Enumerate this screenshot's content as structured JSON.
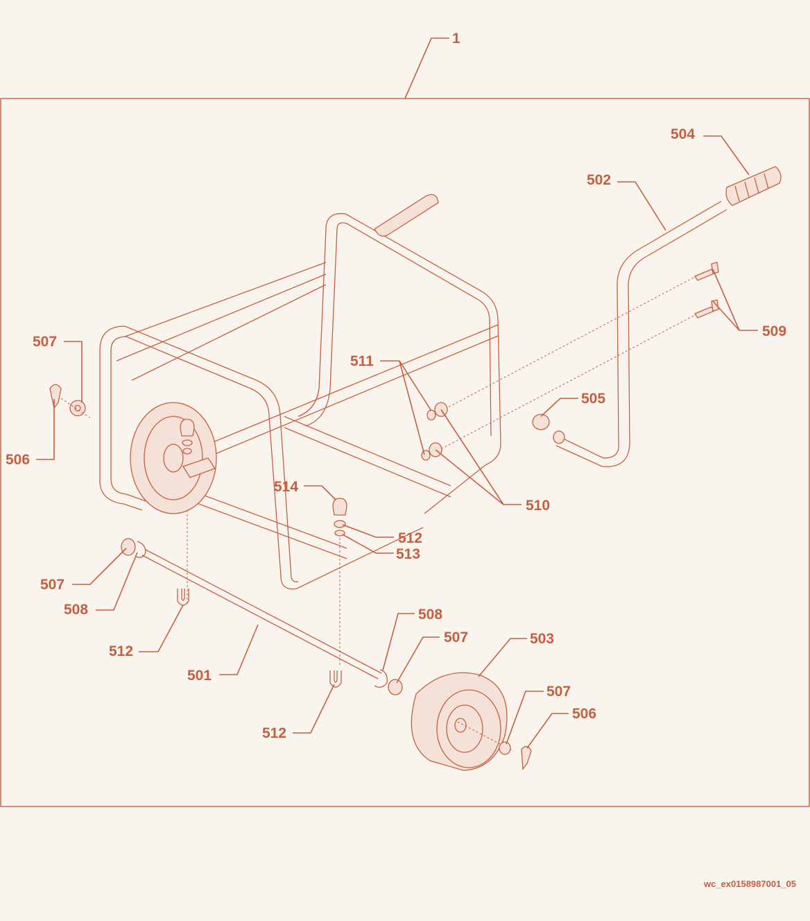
{
  "diagram": {
    "assembly_label": "1",
    "reference_code": "wc_ex0158987001_05",
    "colors": {
      "ink": "#c65f3f",
      "background": "#faf4ef",
      "fill": "#f4e2d8"
    }
  },
  "callouts": {
    "c504": "504",
    "c502": "502",
    "c509": "509",
    "c507_left": "507",
    "c506_left": "506",
    "c511": "511",
    "c505": "505",
    "c510": "510",
    "c514": "514",
    "c512_mid": "512",
    "c513": "513",
    "c507_axle": "507",
    "c508_axle": "508",
    "c512_left": "512",
    "c501": "501",
    "c508_right": "508",
    "c507_right": "507",
    "c503": "503",
    "c512_bottom": "512",
    "c507_far": "507",
    "c506_far": "506"
  }
}
